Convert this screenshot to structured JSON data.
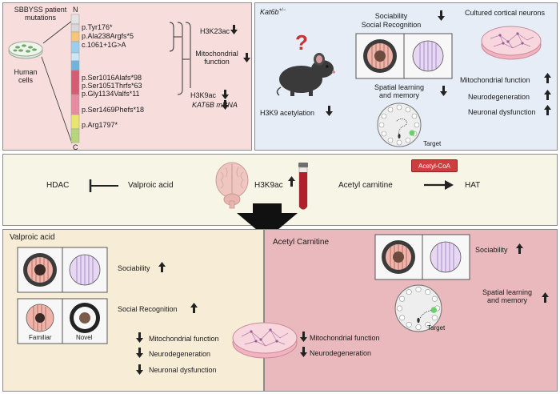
{
  "top_left": {
    "title_line1": "SBBYSS patient",
    "title_line2": "mutations",
    "human_cells": "Human\ncells",
    "terminal_n": "N",
    "terminal_c": "C",
    "mutations": [
      "p.Tyr176*",
      "p.Ala238Argfs*5",
      "c.1061+1G>A",
      "p.Ser1016Alafs*98",
      "p.Ser1051Thrfs*63",
      "p.Gly1134Valfs*11",
      "p.Ser1469Phefs*18",
      "p.Arg1797*"
    ],
    "effects": {
      "h3k23ac": "H3K23ac",
      "mito_line1": "Mitochondrial",
      "mito_line2": "function",
      "h3k9ac": "H3K9ac",
      "mrna": "KAT6B mRNA"
    }
  },
  "top_right": {
    "title": "Kat6b",
    "title_sup": "+/−",
    "h3k9_acetylation": "H3K9 acetylation",
    "sociability": "Sociability",
    "social_recognition": "Social Recognition",
    "spatial_line1": "Spatial learning",
    "spatial_line2": "and memory",
    "target": "Target",
    "cultured_neurons": "Cultured cortical neurons",
    "neuron_effects": [
      "Mitochondrial function",
      "Neurodegeneration",
      "Neuronal dysfunction"
    ]
  },
  "middle": {
    "hdac": "HDAC",
    "valproic_acid": "Valproic acid",
    "h3k9ac": "H3K9ac",
    "acetyl_carnitine": "Acetyl carnitine",
    "acetyl_coa": "Acetyl-CoA",
    "hat": "HAT"
  },
  "bottom_left": {
    "title": "Valproic acid",
    "sociability": "Sociability",
    "social_recognition": "Social Recognition",
    "familiar": "Familiar",
    "novel": "Novel",
    "effects": [
      "Mitochondrial function",
      "Neurodegeneration",
      "Neuronal dysfunction"
    ]
  },
  "bottom_right": {
    "title": "Acetyl Carnitine",
    "sociability": "Sociability",
    "spatial_line1": "Spatial learning",
    "spatial_line2": "and memory",
    "target": "Target",
    "effects": [
      "Mitochondrial function",
      "Neurodegeneration"
    ]
  },
  "colors": {
    "top_left_bg": "#f7dedd",
    "top_right_bg": "#e6edf7",
    "middle_bg": "#f7f5e6",
    "bottom_left_bg": "#f7ecd6",
    "bottom_right_bg": "#eab9bd",
    "acetyl_coa_box": "#cf3d3f"
  }
}
